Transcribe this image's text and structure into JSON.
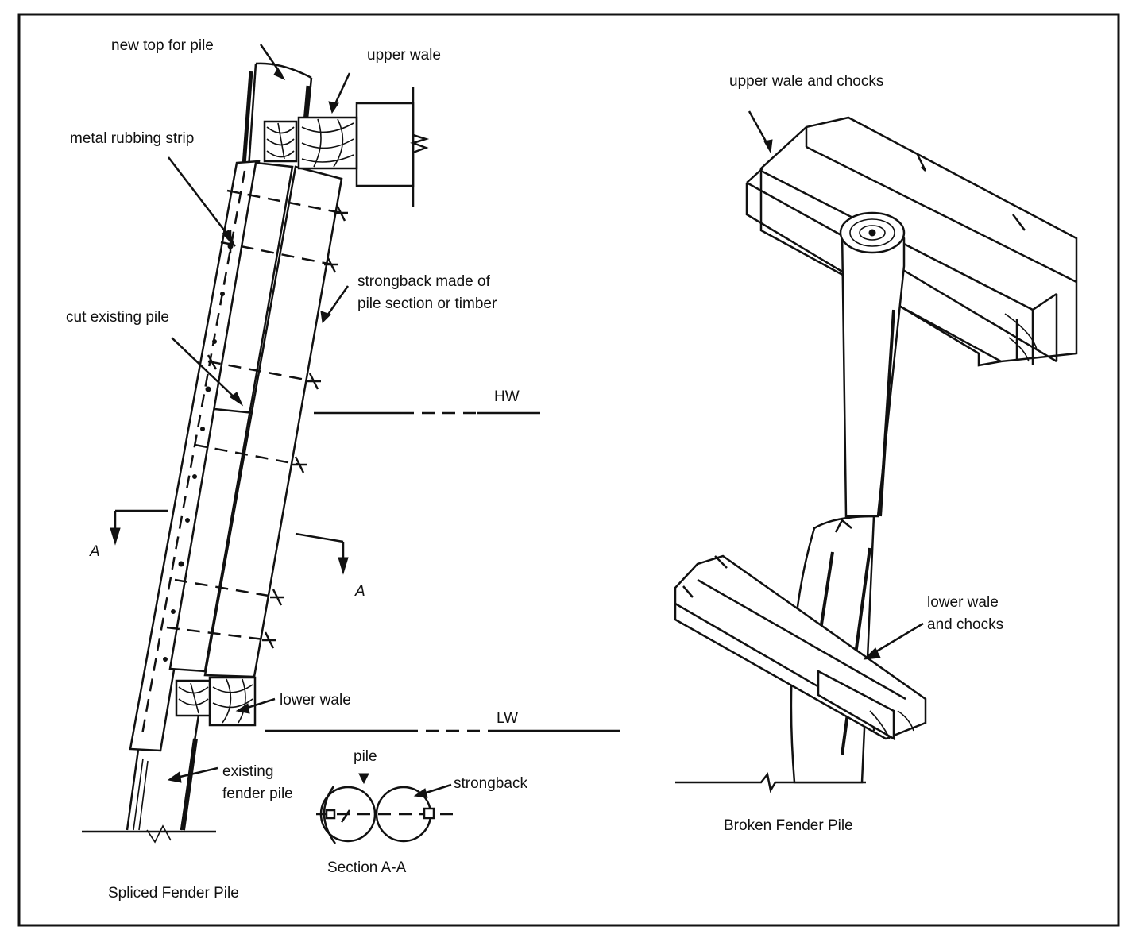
{
  "spliced": {
    "labels": {
      "new_top": "new top for pile",
      "upper_wale": "upper wale",
      "rubbing_strip": "metal rubbing strip",
      "strongback_1": "strongback made of",
      "strongback_2": "pile section or timber",
      "cut_pile": "cut existing pile",
      "hw": "HW",
      "section_a_left": "A",
      "section_a_right": "A",
      "lower_wale": "lower wale",
      "lw": "LW",
      "existing_1": "existing",
      "existing_2": "fender pile",
      "caption": "Spliced Fender Pile"
    }
  },
  "section": {
    "labels": {
      "pile": "pile",
      "strongback": "strongback",
      "caption": "Section A-A"
    }
  },
  "broken": {
    "labels": {
      "upper_wale": "upper wale and chocks",
      "lower_wale_1": "lower wale",
      "lower_wale_2": "and chocks",
      "caption": "Broken Fender Pile"
    }
  }
}
